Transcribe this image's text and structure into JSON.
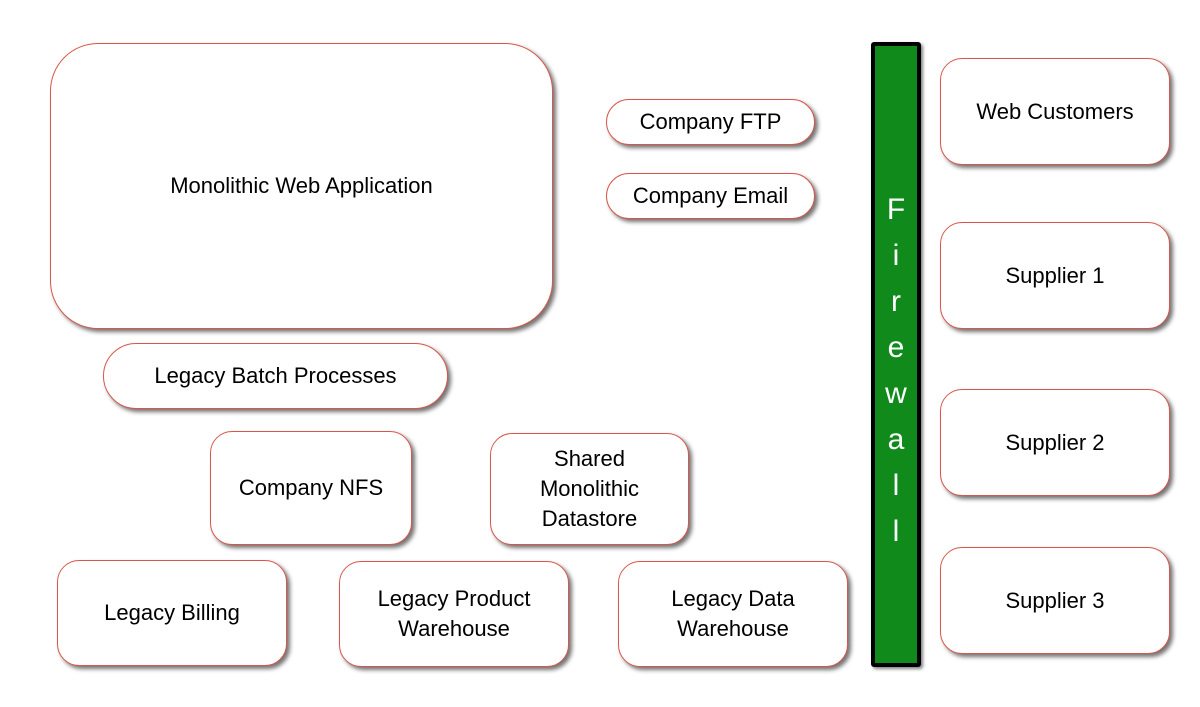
{
  "nodes": {
    "monolithic_web_app": "Monolithic Web Application",
    "company_ftp": "Company FTP",
    "company_email": "Company Email",
    "legacy_batch": "Legacy Batch Processes",
    "company_nfs": "Company NFS",
    "shared_datastore": [
      "Shared",
      "Monolithic",
      "Datastore"
    ],
    "legacy_billing": "Legacy Billing",
    "legacy_product_warehouse": [
      "Legacy Product",
      "Warehouse"
    ],
    "legacy_data_warehouse": [
      "Legacy Data",
      "Warehouse"
    ],
    "web_customers": "Web Customers",
    "supplier_1": "Supplier 1",
    "supplier_2": "Supplier 2",
    "supplier_3": "Supplier 3"
  },
  "firewall": {
    "label": "Firewall",
    "letters": [
      "F",
      "i",
      "r",
      "e",
      "w",
      "a",
      "l",
      "l"
    ]
  },
  "colors": {
    "box_border": "#d9574a",
    "firewall_fill": "#118a1c",
    "firewall_text": "#ffffff"
  }
}
